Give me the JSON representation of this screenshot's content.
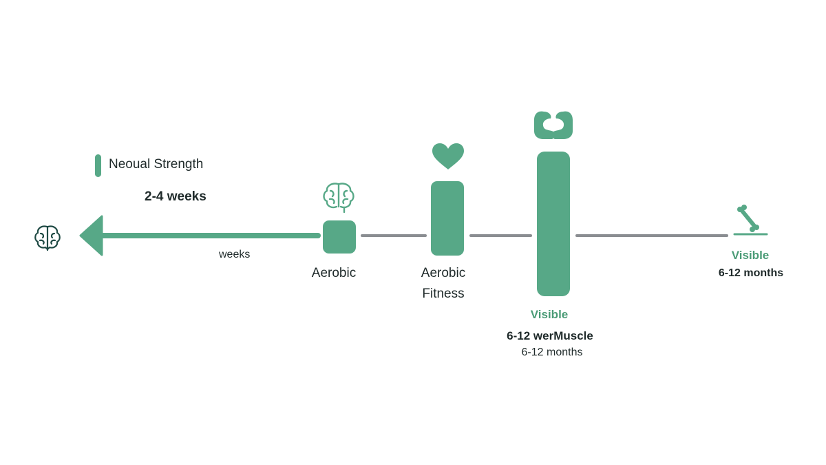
{
  "colors": {
    "accent": "#57a887",
    "connector": "#8a8d91",
    "icon_dark": "#1f4a44",
    "text": "#1f2a2a",
    "accent_text": "#4a9b76"
  },
  "legend": {
    "label": "Neoual Strength",
    "duration": "2-4 weeks"
  },
  "arrow_label": "weeks",
  "stages": {
    "aerobic": {
      "label": "Aerobic",
      "icon": "brain-icon",
      "level": 1
    },
    "fitness": {
      "label_line1": "Aerobic",
      "label_line2": "Fitness",
      "icon": "heart-icon",
      "level": 2
    },
    "muscle": {
      "accent_label": "Visible",
      "line2": "6-12 werMuscle",
      "line3": "6-12 months",
      "icon": "flexed-arms-icon",
      "level": 3
    },
    "bone": {
      "accent_label": "Visible",
      "duration": "6-12 months",
      "icon": "bone-icon"
    }
  },
  "start_icon": "brain-icon"
}
